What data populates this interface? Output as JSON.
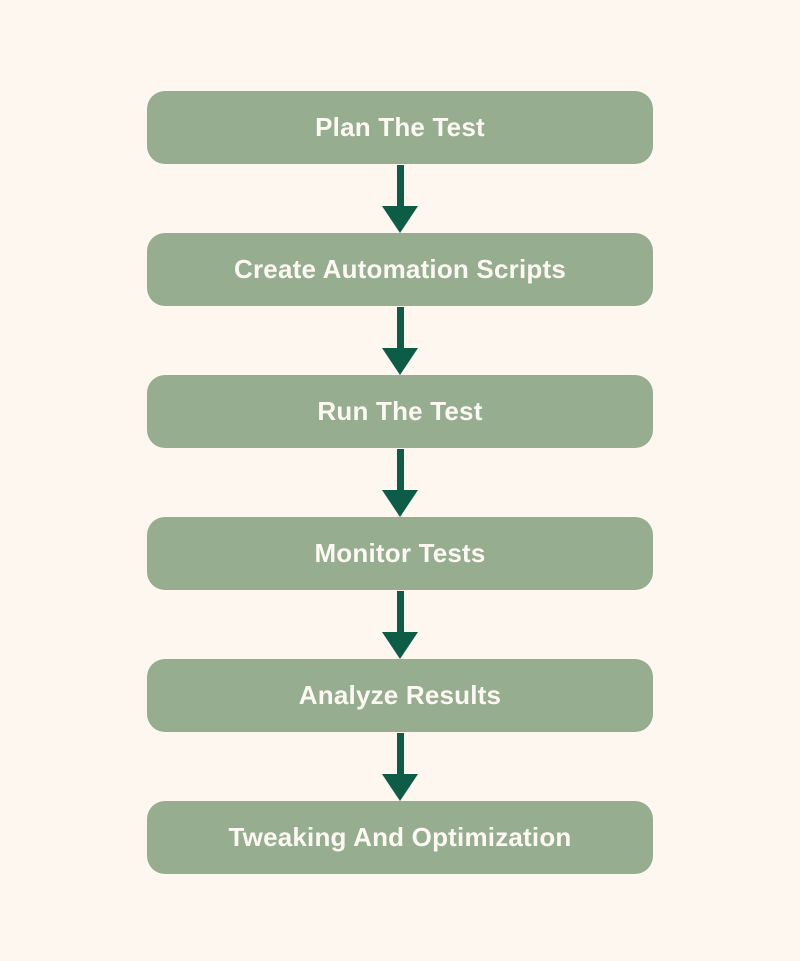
{
  "page": {
    "background_color": "#FDF7EF"
  },
  "flowchart": {
    "box_color": "#96AD90",
    "text_color": "#FBF9F2",
    "arrow_color": "#0D5C46",
    "steps": [
      {
        "label": "Plan The Test"
      },
      {
        "label": "Create Automation Scripts"
      },
      {
        "label": "Run The Test"
      },
      {
        "label": "Monitor Tests"
      },
      {
        "label": "Analyze Results"
      },
      {
        "label": "Tweaking And Optimization"
      }
    ]
  }
}
